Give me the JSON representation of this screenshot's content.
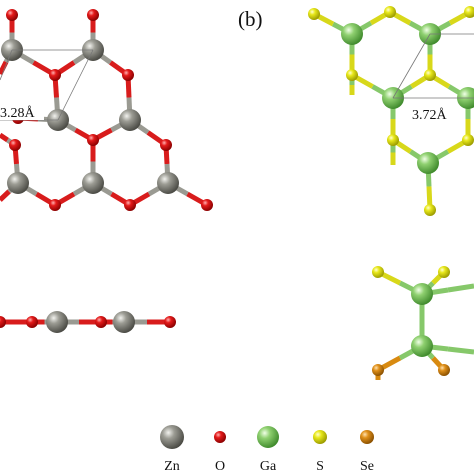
{
  "panel_b_label": "(b)",
  "measurements": {
    "zno_lattice": "3.28Å",
    "gas_lattice": "3.72Å"
  },
  "legend": [
    {
      "label": "Zn",
      "color": "#8a8a82"
    },
    {
      "label": "O",
      "color": "#e01818"
    },
    {
      "label": "Ga",
      "color": "#90d070"
    },
    {
      "label": "S",
      "color": "#e6e614"
    },
    {
      "label": "Se",
      "color": "#e08a10"
    }
  ]
}
